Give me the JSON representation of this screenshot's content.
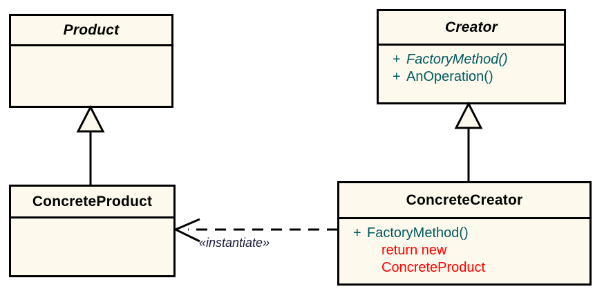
{
  "diagram": {
    "title": "Factory Method pattern class diagram",
    "background_color": "#ffffff",
    "box_fill_color": "#fdfaed",
    "box_border_color": "#000000",
    "member_text_color": "#00595f",
    "note_text_color": "#ff0000",
    "stereotype_text_color": "#1a1a38"
  },
  "classes": {
    "product": {
      "name": "Product",
      "is_abstract": true,
      "members": []
    },
    "creator": {
      "name": "Creator",
      "is_abstract": true,
      "members": [
        {
          "visibility": "+",
          "name": "FactoryMethod()",
          "is_abstract": true
        },
        {
          "visibility": "+",
          "name": "AnOperation()",
          "is_abstract": false
        }
      ],
      "notes": []
    },
    "concrete_product": {
      "name": "ConcreteProduct",
      "is_abstract": false,
      "members": []
    },
    "concrete_creator": {
      "name": "ConcreteCreator",
      "is_abstract": false,
      "members": [
        {
          "visibility": "+",
          "name": "FactoryMethod()",
          "is_abstract": false
        }
      ],
      "notes": [
        "return new",
        "ConcreteProduct"
      ]
    }
  },
  "relationships": {
    "generalization_product": {
      "type": "generalization",
      "from": "ConcreteProduct",
      "to": "Product"
    },
    "generalization_creator": {
      "type": "generalization",
      "from": "ConcreteCreator",
      "to": "Creator"
    },
    "dependency_instantiate": {
      "type": "dependency",
      "from": "ConcreteCreator",
      "to": "ConcreteProduct",
      "stereotype": "«instantiate»"
    }
  }
}
